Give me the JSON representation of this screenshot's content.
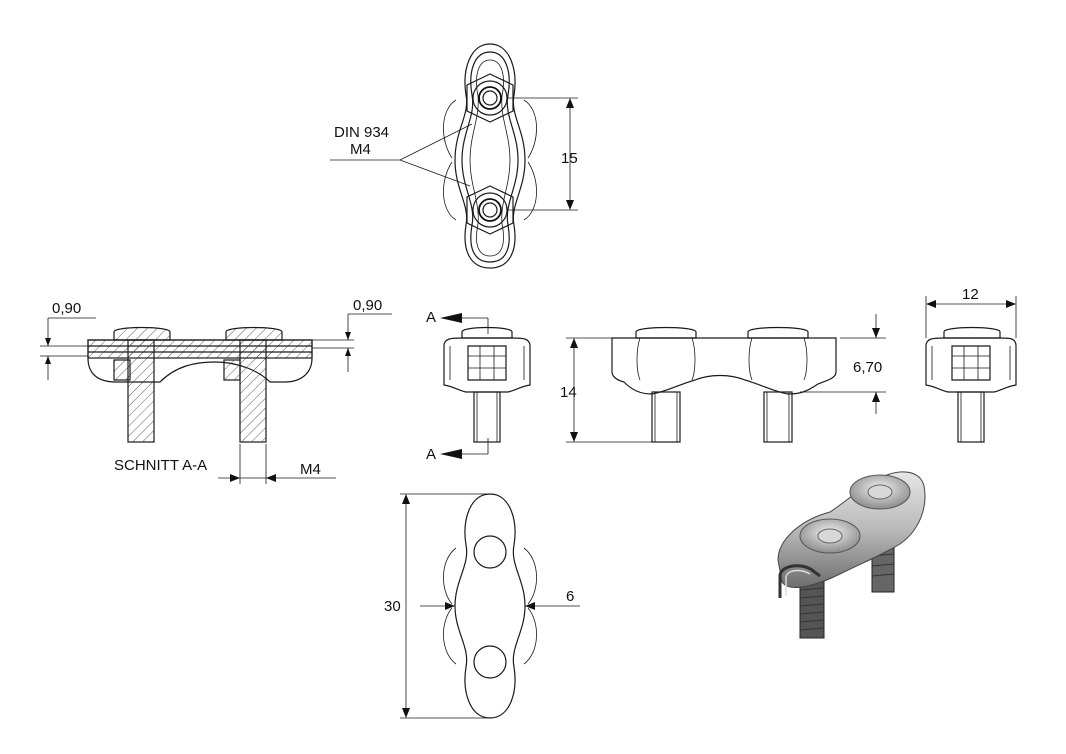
{
  "labels": {
    "din": "DIN 934",
    "thread_top": "M4",
    "pitch": "15",
    "left_offset": "0,90",
    "right_offset": "0,90",
    "section_marker_top": "A",
    "section_marker_bottom": "A",
    "section_caption": "SCHNITT A-A",
    "thread_bottom": "M4",
    "height": "14",
    "plate_height": "6,70",
    "width": "12",
    "length": "30",
    "waist": "6"
  },
  "colors": {
    "line": "#1a1a1a",
    "background": "#ffffff",
    "render_body": "#b9b9b9",
    "render_shadow": "#6e6e6e"
  }
}
